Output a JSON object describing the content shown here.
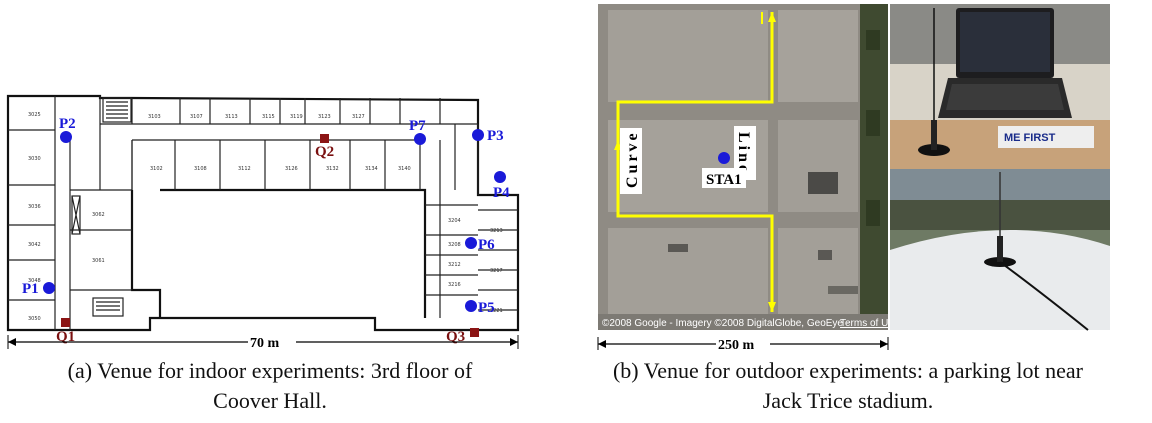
{
  "indoor": {
    "caption_line1": "(a) Venue for indoor experiments: 3rd floor of",
    "caption_line2": "Coover Hall.",
    "scale_label": "70 m",
    "points": [
      "P1",
      "P2",
      "P3",
      "P4",
      "P5",
      "P6",
      "P7"
    ],
    "squares": [
      "Q1",
      "Q2",
      "Q3"
    ],
    "colors": {
      "point": "#1a1ad8",
      "square": "#8b1414"
    }
  },
  "outdoor": {
    "caption_line1": "(b) Venue for outdoor experiments: a parking lot near",
    "caption_line2": "Jack Trice stadium.",
    "scale_label": "250 m",
    "station_label": "STA1",
    "curve_label": "Curve",
    "line_label": "Line",
    "map_credit": "©2008 Google - Imagery ©2008 DigitalGlobe, GeoEye -",
    "map_terms": "Terms of Use",
    "photo_badge": "ME FIRST",
    "colors": {
      "path": "#ffff00",
      "station": "#1a1ad8"
    }
  }
}
